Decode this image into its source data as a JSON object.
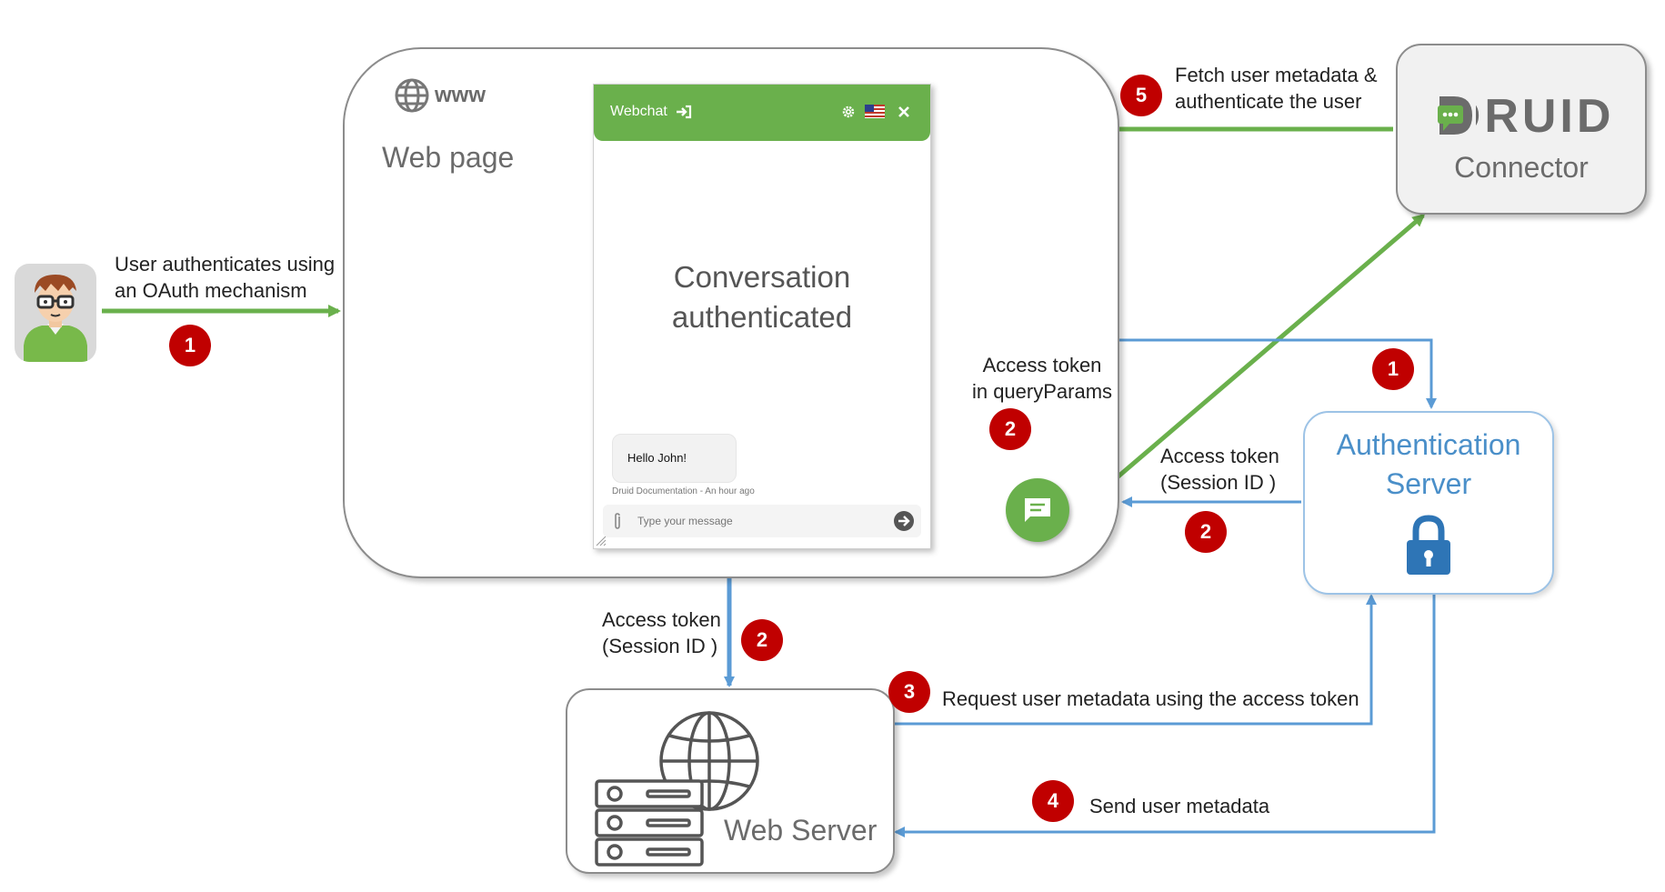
{
  "colors": {
    "green": "#6ab04c",
    "blue": "#5b9bd5",
    "red_badge": "#c00000",
    "gray_text": "#6b6b6b",
    "auth_blue": "#4a8fc9"
  },
  "user": {
    "icon": "user-avatar-icon",
    "label_line1": "User authenticates using",
    "label_line2": "an OAuth mechanism",
    "step": "1"
  },
  "webpage": {
    "icon": "globe-icon",
    "www_label": "www",
    "title": "Web page"
  },
  "webchat": {
    "title": "Webchat",
    "login_icon": "sign-in-icon",
    "settings_icon": "gear-icon",
    "flag_icon": "us-flag-icon",
    "close_icon": "close-icon",
    "status_line1": "Conversation",
    "status_line2": "authenticated",
    "message_text": "Hello John!",
    "message_meta": "Druid Documentation - An hour ago",
    "input_placeholder": "Type your message",
    "attach_icon": "paperclip-icon",
    "send_icon": "send-arrow-icon"
  },
  "launcher": {
    "icon": "chat-bubble-icon"
  },
  "connector": {
    "logo_text": "DRUID",
    "label": "Connector",
    "step": "5",
    "step_label_line1": "Fetch user metadata &",
    "step_label_line2": "authenticate the user"
  },
  "auth_server": {
    "label_line1": "Authentication",
    "label_line2": "Server",
    "icon": "lock-icon",
    "step_in": "1",
    "step_out": "2",
    "out_label_line1": "Access token",
    "out_label_line2": "(Session ID )"
  },
  "query_params": {
    "label_line1": "Access token",
    "label_line2": "in queryParams",
    "step": "2"
  },
  "to_webserver": {
    "label_line1": "Access token",
    "label_line2": "(Session ID )",
    "step": "2"
  },
  "web_server": {
    "icon": "server-globe-icon",
    "label": "Web Server",
    "request_step": "3",
    "request_label": "Request user metadata using the access token",
    "send_step": "4",
    "send_label": "Send user metadata"
  }
}
